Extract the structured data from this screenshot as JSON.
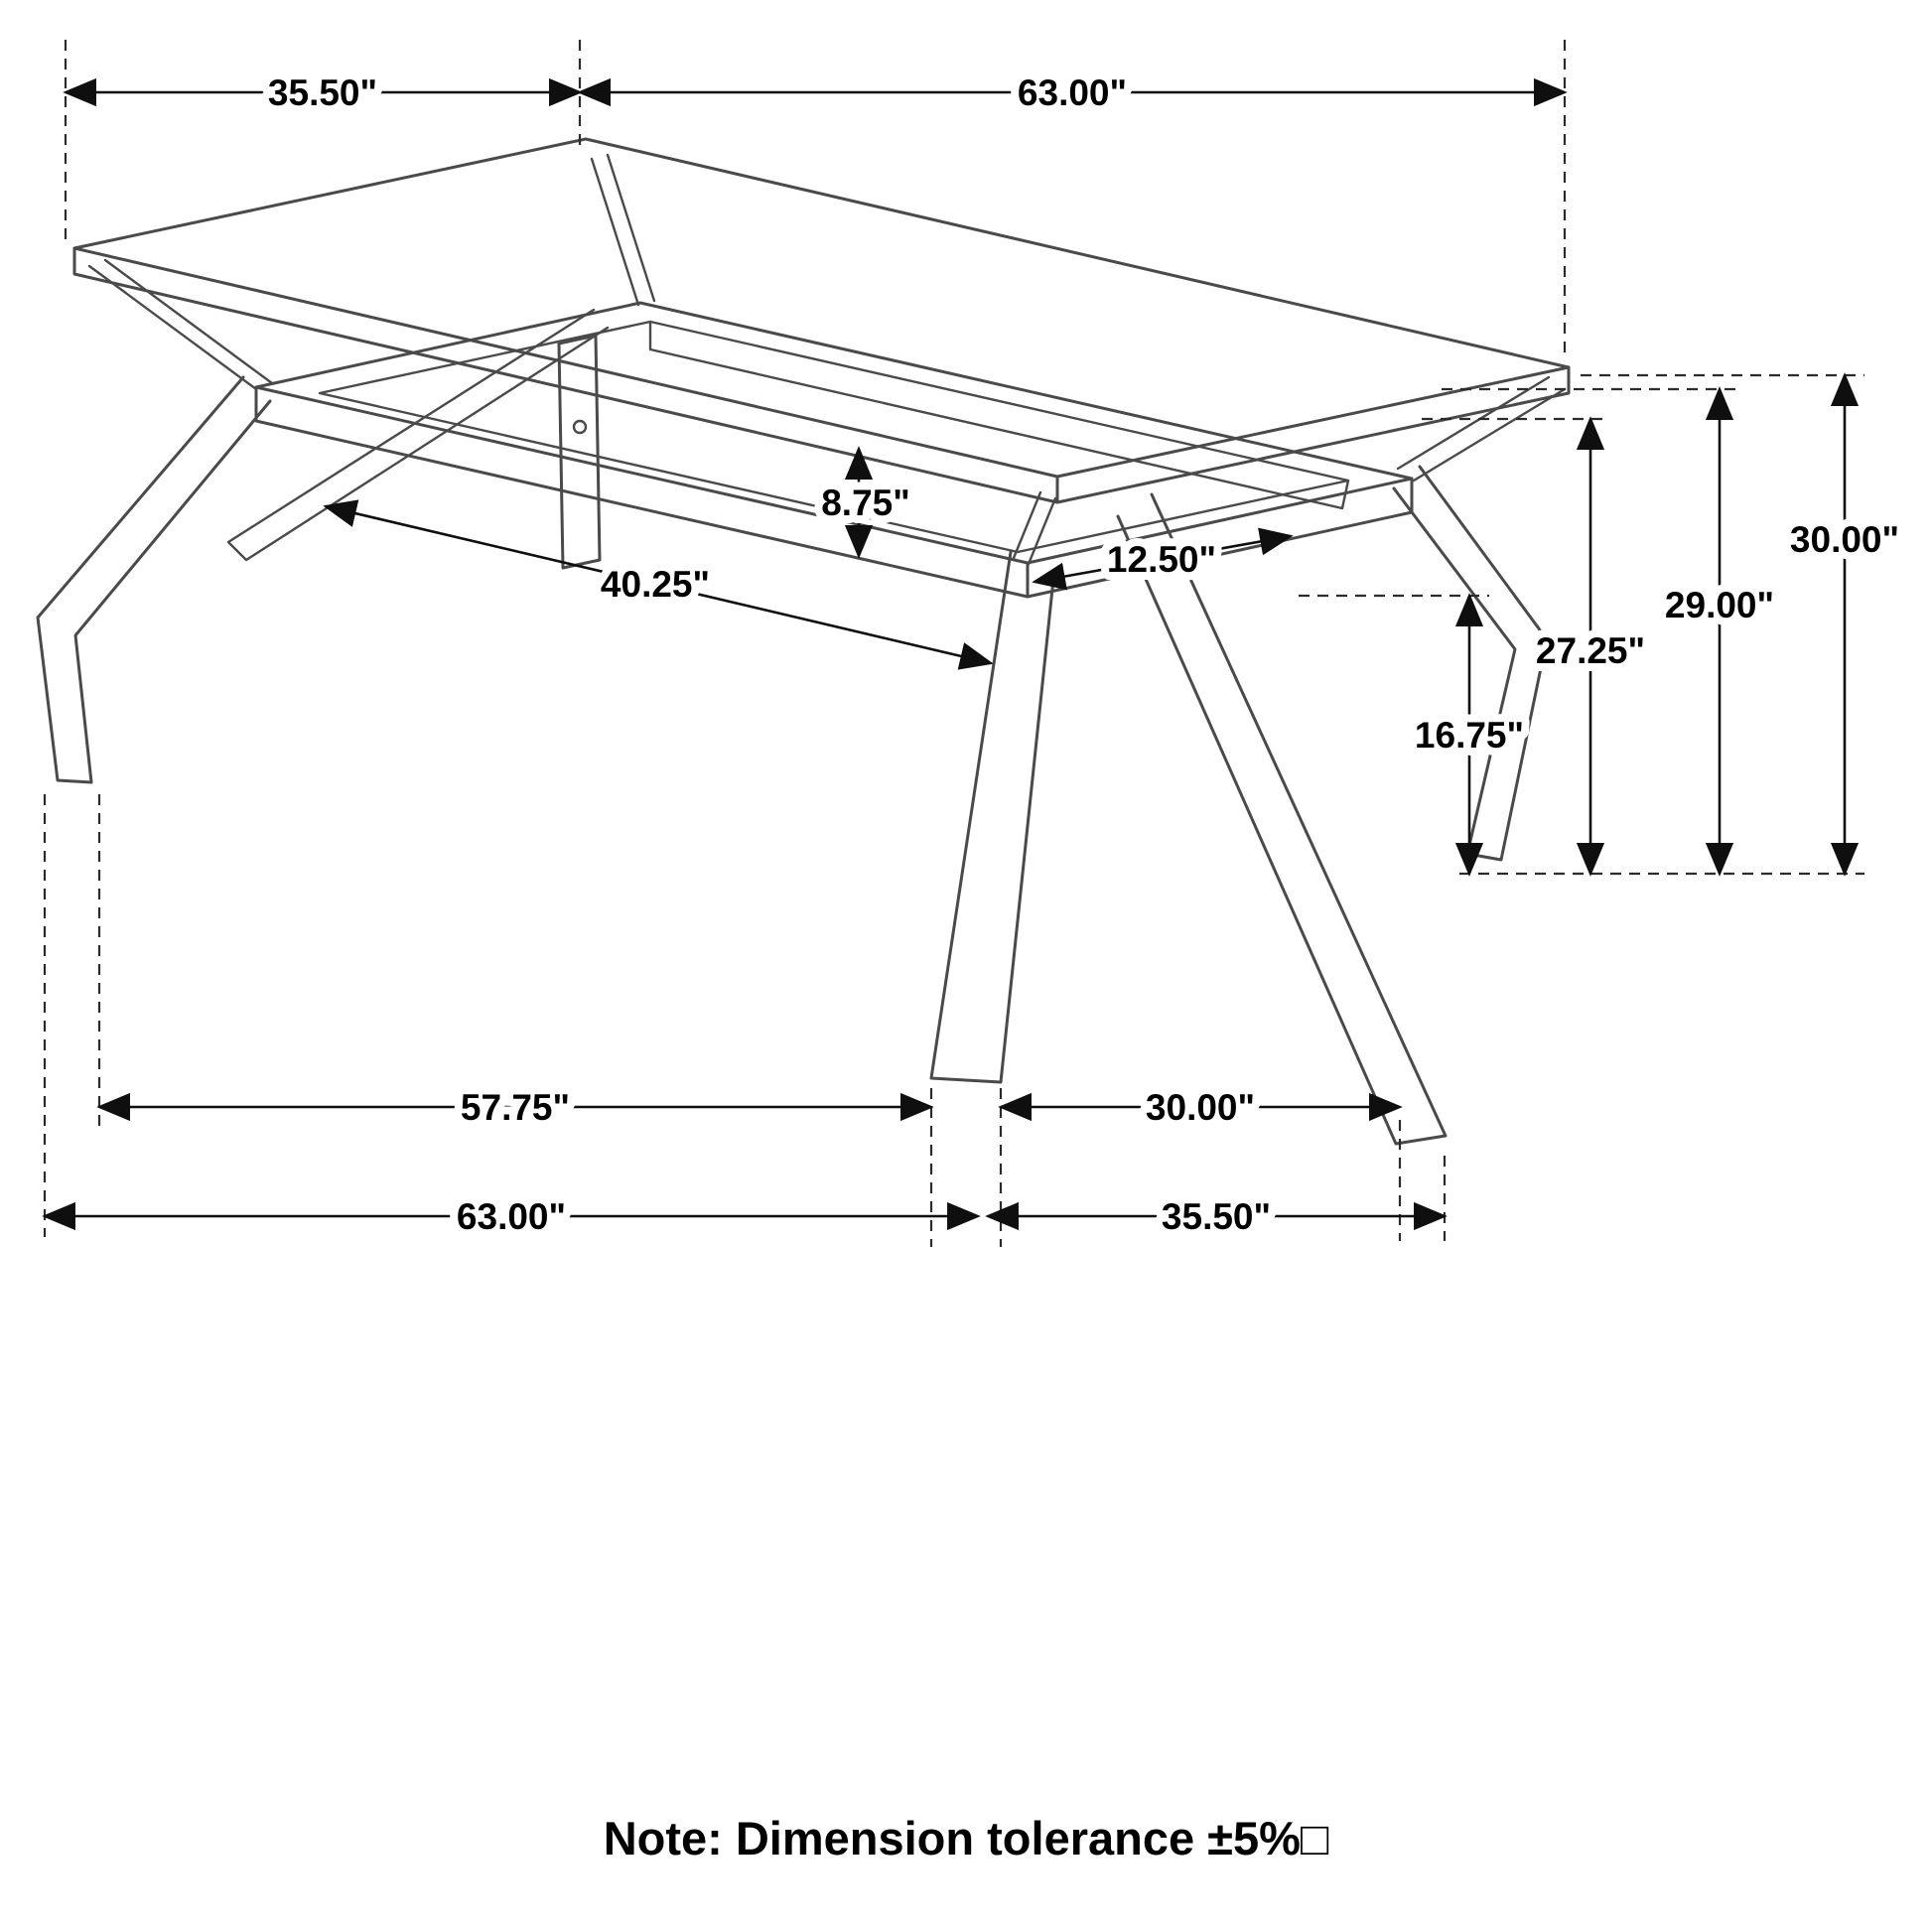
{
  "note": "Note: Dimension tolerance ±5%□",
  "dimensions": {
    "top_width": "35.50\"",
    "top_length": "63.00\"",
    "apron_drop": "8.75\"",
    "leg_offset": "12.50\"",
    "stretcher_length": "40.25\"",
    "overall_height": "30.00\"",
    "underside_height": "29.00\"",
    "apron_clearance": "27.25\"",
    "stretcher_height": "16.75\"",
    "feet_inner_span": "57.75\"",
    "feet_splay_span": "30.00\"",
    "floor_length": "63.00\"",
    "floor_width": "35.50\""
  }
}
